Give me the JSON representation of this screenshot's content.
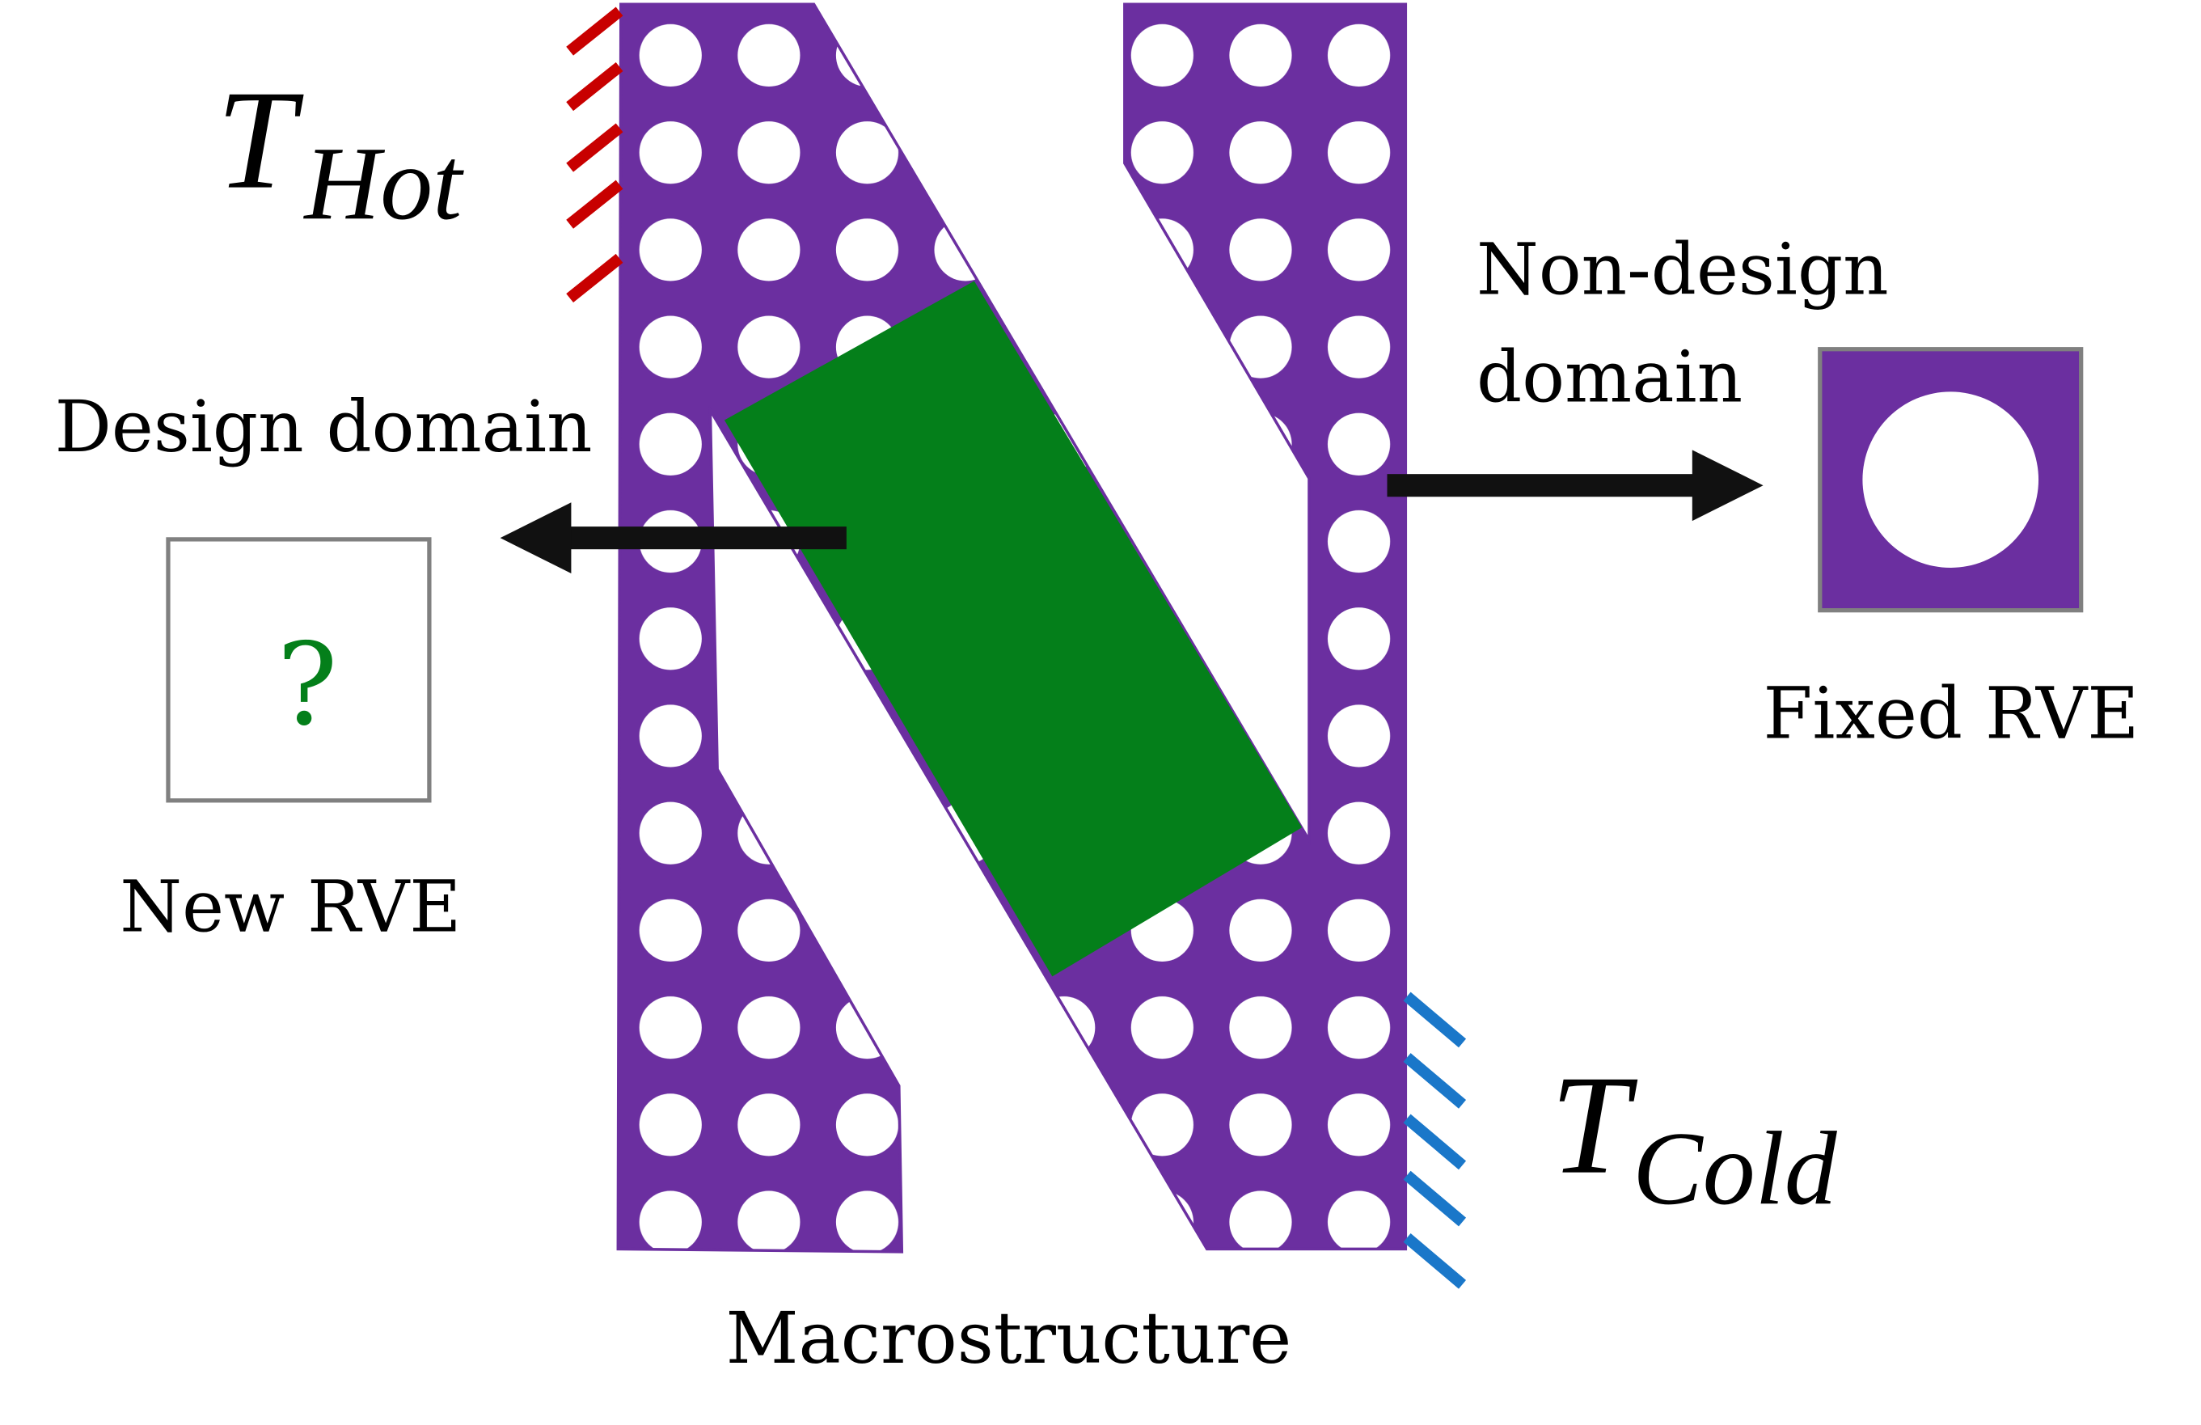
{
  "labels": {
    "t_hot": {
      "symbol": "T",
      "subscript": "Hot"
    },
    "t_cold": {
      "symbol": "T",
      "subscript": "Cold"
    },
    "design_domain": "Design domain",
    "non_design_domain_line1": "Non-design",
    "non_design_domain_line2": "domain",
    "new_rve": "New RVE",
    "new_rve_mark": "?",
    "fixed_rve": "Fixed RVE",
    "macrostructure": "Macrostructure"
  },
  "colors": {
    "non_design": "#6b2fa0",
    "design": "#047f1a",
    "hot_bc": "#c80000",
    "cold_bc": "#1a77c9",
    "arrow": "#111111",
    "question_mark": "#047f1a",
    "rve_border": "#808080"
  },
  "icons": {
    "hot_boundary": "hatch-lines",
    "cold_boundary": "hatch-lines",
    "arrows": "arrow-right"
  }
}
